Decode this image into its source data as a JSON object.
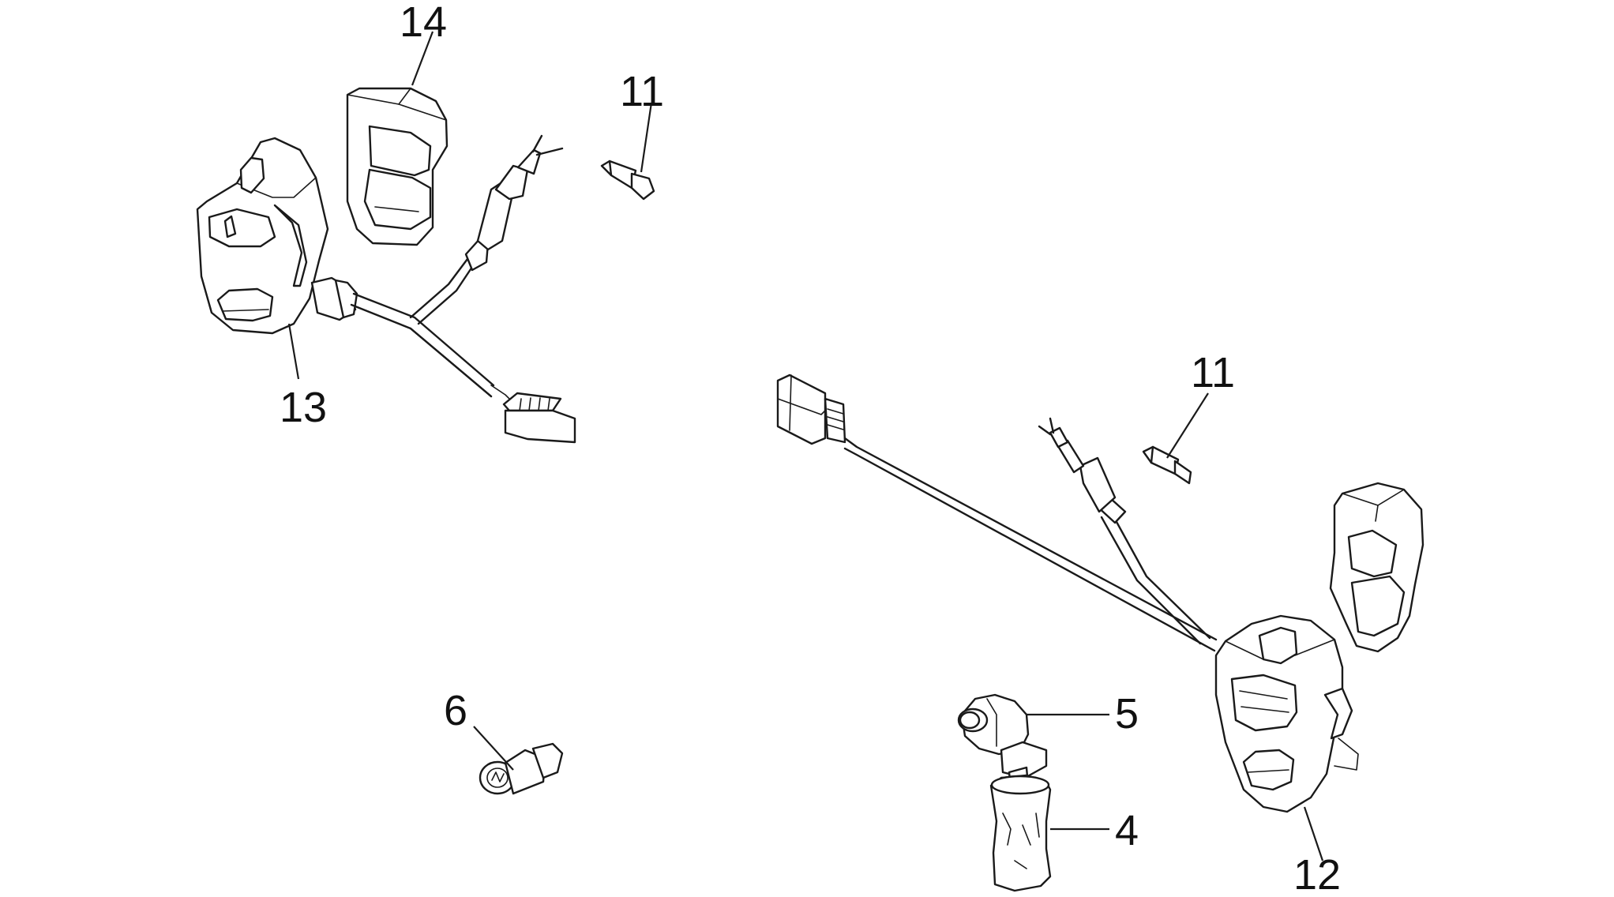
{
  "callouts": {
    "c14": "14",
    "c11a": "11",
    "c13": "13",
    "c11b": "11",
    "c6": "6",
    "c5": "5",
    "c4": "4",
    "c12": "12"
  }
}
